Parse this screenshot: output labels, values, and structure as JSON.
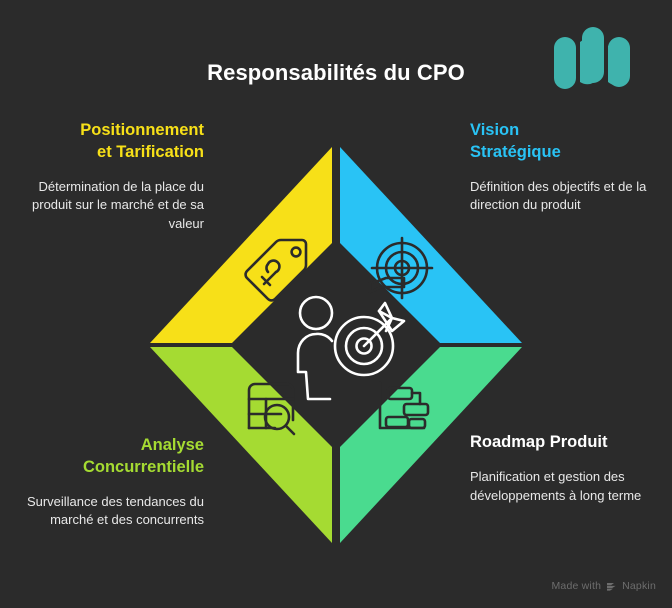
{
  "header": {
    "title": "Responsabilités du CPO",
    "logo_name": "napkin-logo"
  },
  "colors": {
    "background": "#2b2b2b",
    "yellow": "#f7e018",
    "blue": "#29c3f5",
    "green": "#a5db32",
    "teal": "#4adb8f",
    "title_text": "#ffffff",
    "body_text": "#e8e8e8",
    "footer_text": "#6d6d6d",
    "logo_teal": "#3fb3ad"
  },
  "center": {
    "icon": "person-with-target-icon"
  },
  "quadrants": [
    {
      "id": "top-left",
      "title": "Positionnement et Tarification",
      "title_line1": "Positionnement",
      "title_line2": "et Tarification",
      "description": "Détermination de la place du produit sur le marché et de sa valeur",
      "color": "#f7e018",
      "icon": "price-tag-icon"
    },
    {
      "id": "top-right",
      "title": "Vision Stratégique",
      "title_line1": "Vision",
      "title_line2": "Stratégique",
      "description": "Définition des objectifs et de la direction du produit",
      "color": "#29c3f5",
      "icon": "target-crosshair-icon"
    },
    {
      "id": "bottom-left",
      "title": "Analyse Concurrentielle",
      "title_line1": "Analyse",
      "title_line2": "Concurrentielle",
      "description": "Surveillance des tendances du marché et des concurrents",
      "color": "#a5db32",
      "icon": "table-search-icon"
    },
    {
      "id": "bottom-right",
      "title": "Roadmap Produit",
      "title_line1": "Roadmap Produit",
      "title_line2": "",
      "description": "Planification et gestion des développements à long terme",
      "color": "#4adb8f",
      "icon": "gantt-chart-icon"
    }
  ],
  "footer": {
    "made_with": "Made with",
    "brand": "Napkin",
    "mark": "napkin-chevron-icon"
  }
}
